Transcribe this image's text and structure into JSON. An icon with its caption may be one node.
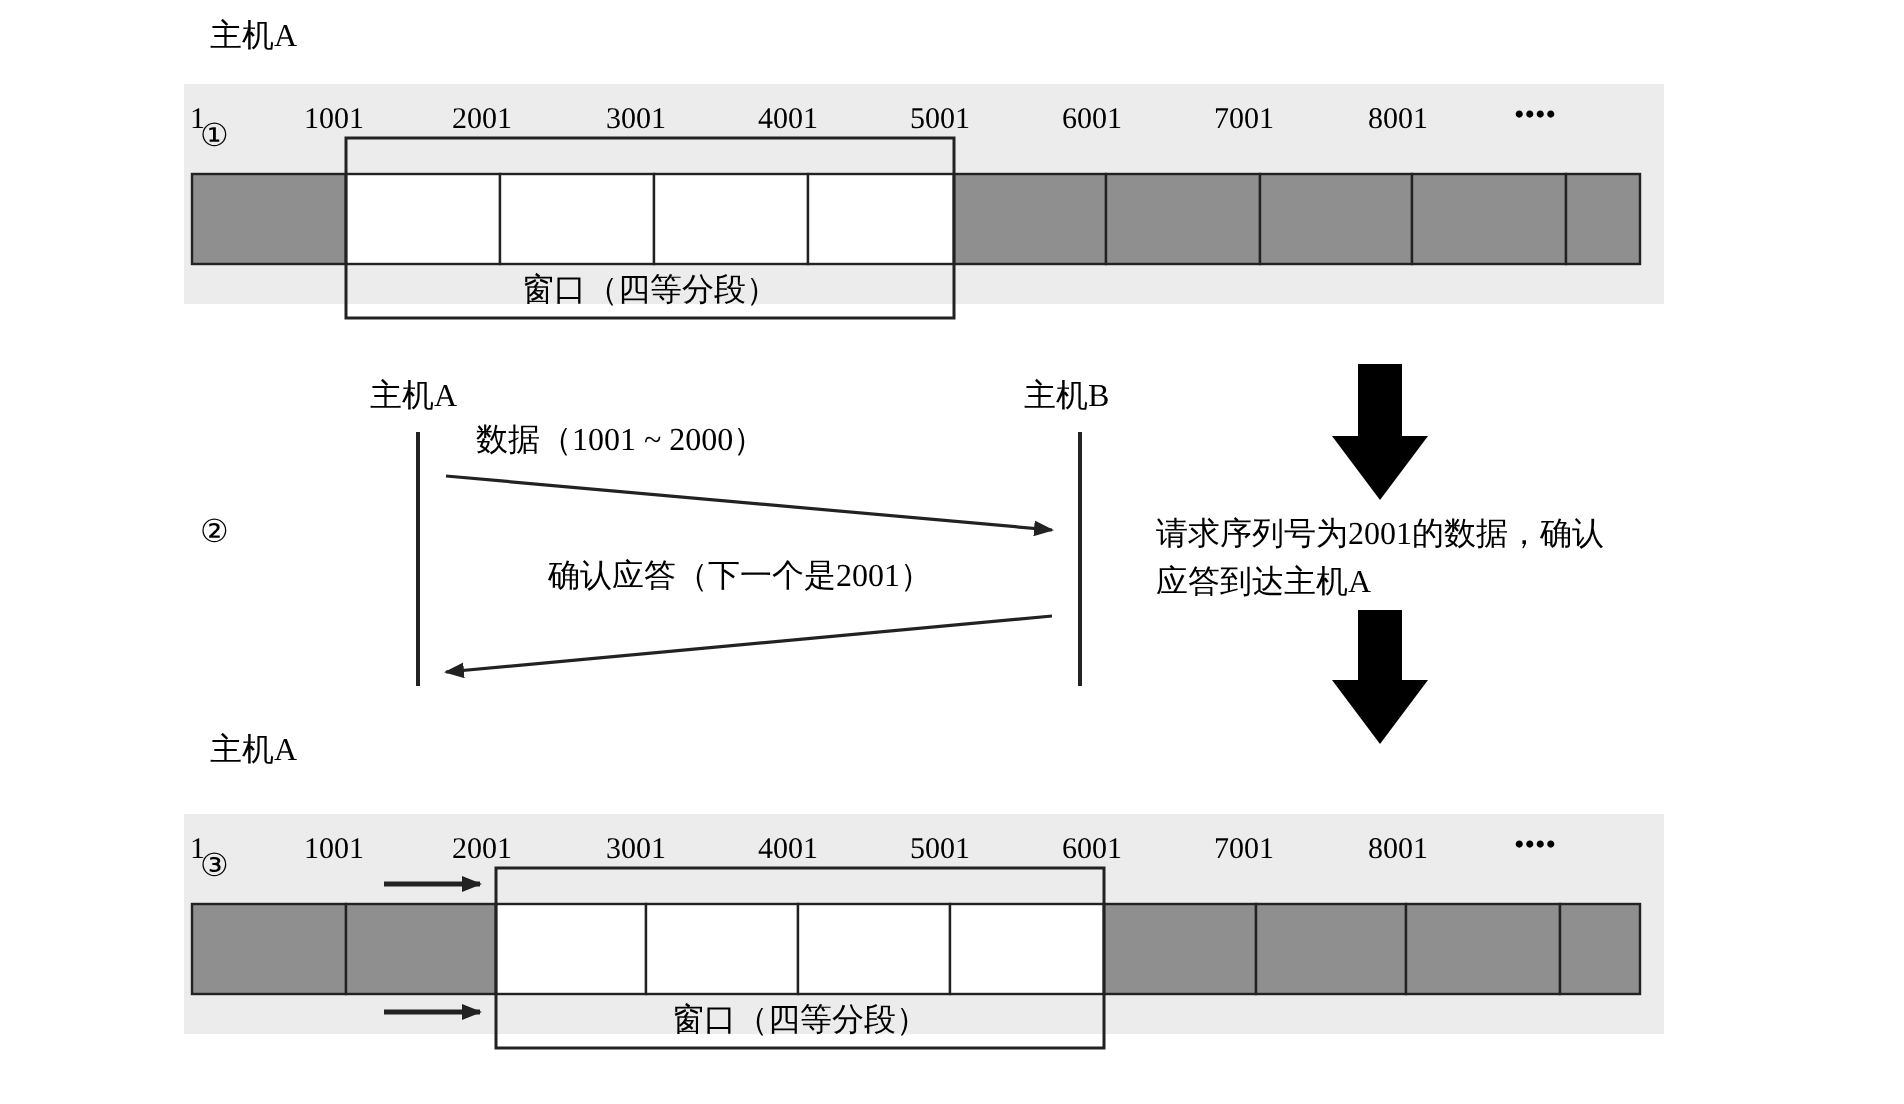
{
  "diagram": {
    "nodes": [
      {
        "text": [
          "主机A"
        ]
      },
      {
        "text": [
          "主机B"
        ]
      }
    ],
    "edges": [
      {
        "from": 0,
        "to": 1,
        "arrow": "to",
        "label": "数据（1001 ~ 2000）"
      },
      {
        "from": 1,
        "to": 0,
        "arrow": "to",
        "label": "确认应答（下一个是2001）"
      }
    ],
    "labels": [
      "主机A",
      "①",
      "1",
      "1001",
      "2001",
      "3001",
      "4001",
      "5001",
      "6001",
      "7001",
      "8001",
      "••••",
      "窗口（四等分段）",
      "②",
      "请求序列号为2001的数据，确认应答到达主机A",
      "主机A",
      "③",
      "1",
      "1001",
      "2001",
      "3001",
      "4001",
      "5001",
      "6001",
      "7001",
      "8001",
      "••••",
      "窗口（四等分段）"
    ]
  }
}
